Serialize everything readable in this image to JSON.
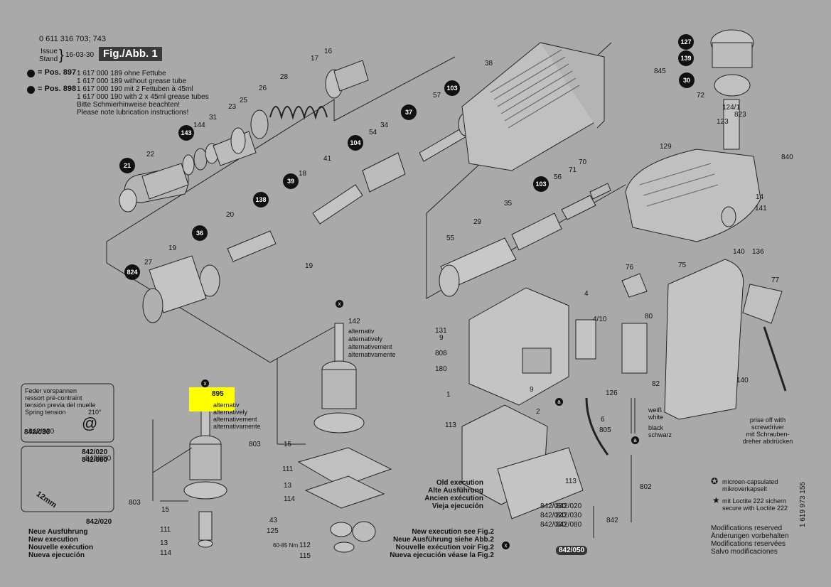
{
  "header": {
    "doc_number": "0 611 316 703; 743",
    "issue_label_1": "Issue",
    "issue_label_2": "Stand",
    "issue_date": "16-03-30",
    "figure_title": "Fig./Abb. 1",
    "grease_notes": [
      {
        "pos": "= Pos. 897",
        "lines": [
          "1 617 000 189 ohne Fettube",
          "1 617 000 189 without grease tube"
        ]
      },
      {
        "pos": "= Pos. 898",
        "lines": [
          "1 617 000 190 mit 2 Fettuben à 45ml",
          "1 617 000 190 with 2 x 45ml grease tubes"
        ]
      }
    ],
    "lubrication_notes": [
      "Bitte Schmierhinweise beachten!",
      "Please note lubrication instructions!"
    ]
  },
  "highlight": {
    "color": "#ffff00",
    "part": "895"
  },
  "circled_labels": [
    "143",
    "21",
    "138",
    "36",
    "824",
    "39",
    "104",
    "37",
    "103",
    "103",
    "127",
    "139",
    "30"
  ],
  "part_labels": [
    "22",
    "144",
    "31",
    "23",
    "25",
    "26",
    "28",
    "17",
    "16",
    "20",
    "19",
    "27",
    "18",
    "41",
    "54",
    "34",
    "57",
    "38",
    "29",
    "35",
    "55",
    "56",
    "71",
    "70",
    "845",
    "72",
    "124/1",
    "823",
    "123",
    "129",
    "840",
    "14",
    "141",
    "140",
    "136",
    "76",
    "77",
    "75",
    "4",
    "4/10",
    "80",
    "82",
    "140",
    "131",
    "9",
    "808",
    "180",
    "1",
    "9",
    "126",
    "142",
    "895",
    "803",
    "15",
    "111",
    "13",
    "114",
    "15",
    "111",
    "13",
    "114",
    "43",
    "125",
    "112",
    "115",
    "803",
    "113",
    "2",
    "6",
    "805",
    "113",
    "802",
    "842",
    "842/020",
    "842/030",
    "842/080",
    "842/050",
    "842/020",
    "842/080",
    "842/030",
    "842/020",
    "842/030",
    "19"
  ],
  "alternative_text": [
    "alternativ",
    "alternatively",
    "alternativement",
    "alternativamente"
  ],
  "spring_box": {
    "lines": [
      "Feder vorspannen",
      "ressort pré-contraint",
      "tensión previa del muelle",
      "Spring tension"
    ],
    "angle": "210°",
    "part": "842/030"
  },
  "clip_box": {
    "parts": [
      "842/020",
      "842/080"
    ],
    "dimension": "12mm"
  },
  "torque": "60-85 Nm",
  "new_execution_left": [
    "Neue Ausführung",
    "New execution",
    "Nouvelle exécution",
    "Nueva ejecución"
  ],
  "new_execution_left_part": "842/020",
  "old_execution": [
    "Old execution",
    "Alte Ausführung",
    "Ancien exécution",
    "Vieja ejecución"
  ],
  "new_execution_see": [
    "New execution see Fig.2",
    "Neue Ausführung siehe Abb.2",
    "Nouvelle exécution voir Fig.2",
    "Nueva ejecución véase la Fig.2"
  ],
  "wires": {
    "white": [
      "weiß",
      "white"
    ],
    "black": [
      "black",
      "schwarz"
    ]
  },
  "prise_off": [
    "prise off with",
    "screwdriver",
    "mit Schrauben-",
    "dreher abdrücken"
  ],
  "legend": [
    {
      "symbol": "star-circle-icon",
      "lines": [
        "microen-capsulated",
        "mikroverkapselt"
      ]
    },
    {
      "symbol": "star-icon",
      "lines": [
        "mit Loctite 222 sichern",
        "secure with Loctite 222"
      ]
    }
  ],
  "modifications": [
    "Modifications reserved",
    "Änderungen vorbehalten",
    "Modifications reservées",
    "Salvo modificaciones"
  ],
  "side_number": "1 619 973 155"
}
